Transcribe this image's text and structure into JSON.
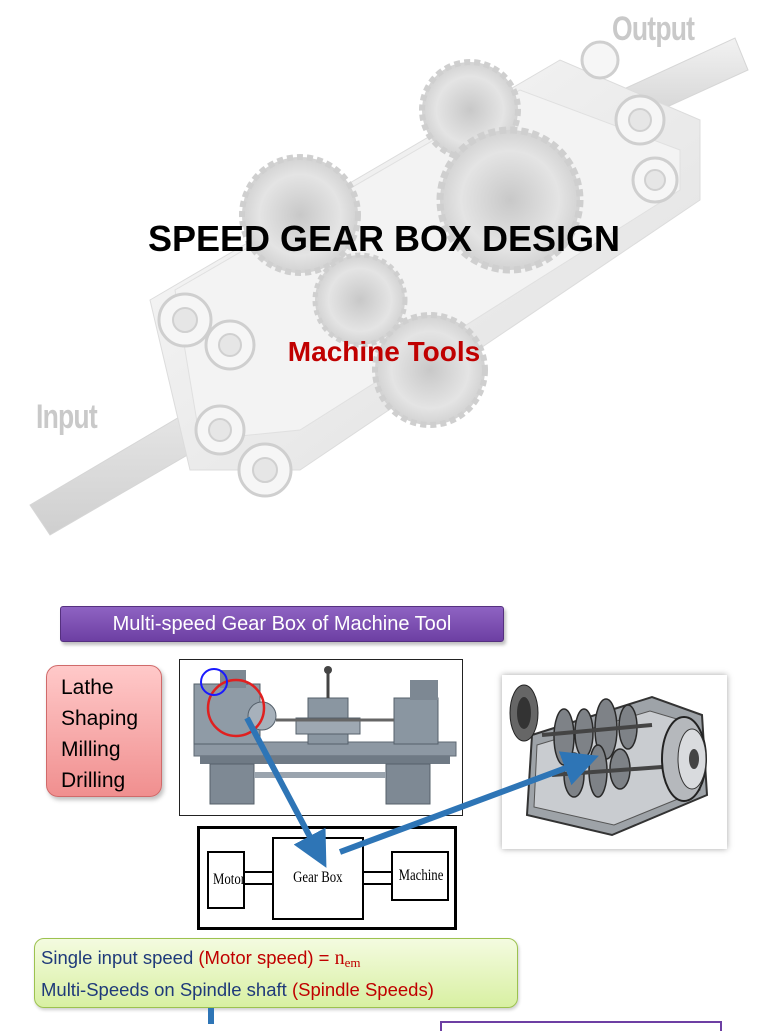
{
  "slide1": {
    "title": "SPEED GEAR BOX DESIGN",
    "subtitle": "Machine Tools",
    "watermark_labels": {
      "output": "Output",
      "input": "Input"
    }
  },
  "slide2": {
    "header": "Multi-speed Gear Box of Machine Tool",
    "machine_tools": [
      "Lathe",
      "Shaping",
      "Milling",
      "Drilling"
    ],
    "block_diagram": {
      "motor": "Motor",
      "gearbox": "Gear Box",
      "machine": "Machine"
    },
    "speed_note": {
      "line1_prefix": "Single input speed ",
      "line1_highlight": "(Motor speed)",
      "line1_equals": " = ",
      "line1_symbol": "n",
      "line1_subscript": "em",
      "line2_prefix": "Multi-Speeds on Spindle shaft ",
      "line2_highlight": "(Spindle Speeds)"
    }
  },
  "colors": {
    "title": "#000000",
    "subtitle": "#c00000",
    "header_bg": "#7a4bb3",
    "tool_box_bg": "#f5a3a3",
    "speed_box_bg": "#e4f5b8",
    "arrow": "#2e75b6",
    "highlight_circle": "#1a1aff"
  }
}
